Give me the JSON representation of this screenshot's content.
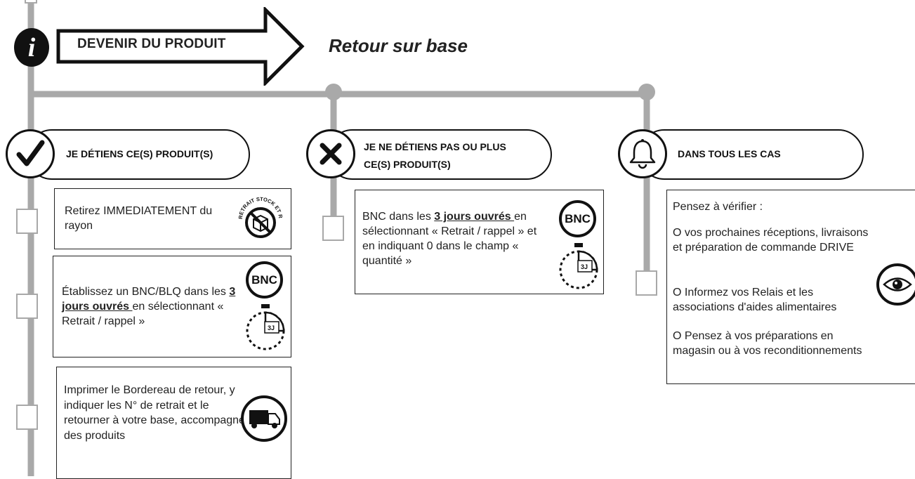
{
  "header": {
    "info_icon_glyph": "i",
    "arrow_label": "DEVENIR DU PRODUIT",
    "subtitle": "Retour sur base"
  },
  "columns": [
    {
      "title": "JE DÉTIENS CE(S) PRODUIT(S)",
      "icon": "checkmark-icon",
      "items": [
        {
          "text": "Retirez IMMEDIATEMENT du rayon",
          "icon": "retrait-stock-rayon-icon",
          "icon_caption": "RETRAIT STOCK ET RAYON"
        },
        {
          "text_before": "Établissez un BNC/BLQ dans les ",
          "text_bold": "3 jours ouvrés ",
          "text_after": "en sélectionnant « Retrait / rappel »",
          "badge": "BNC",
          "timer_label": "3J"
        },
        {
          "text": "Imprimer le Bordereau de retour, y indiquer les N° de retrait et le retourner à votre base, accompagné des produits",
          "icon": "truck-icon"
        }
      ]
    },
    {
      "title_line1": "JE NE DÉTIENS PAS OU PLUS",
      "title_line2": "CE(S) PRODUIT(S)",
      "icon": "cross-icon",
      "items": [
        {
          "text_before": "BNC dans les ",
          "text_bold": "3 jours ouvrés ",
          "text_after": "en sélectionnant « Retrait / rappel » et en indiquant 0 dans le champ « quantité »",
          "badge": "BNC",
          "timer_label": "3J"
        }
      ]
    },
    {
      "title": "DANS TOUS LES CAS",
      "icon": "bell-icon",
      "items": [
        {
          "intro": "Pensez à vérifier :",
          "point1": "O vos prochaines réceptions, livraisons et préparation de commande DRIVE",
          "point2": "O Informez vos Relais et les associations d'aides alimentaires",
          "point3": "O Pensez à vos préparations en magasin ou à vos reconditionnements",
          "icon": "eye-icon"
        }
      ]
    }
  ],
  "colors": {
    "line": "#a9a9a9",
    "ink": "#111111"
  }
}
